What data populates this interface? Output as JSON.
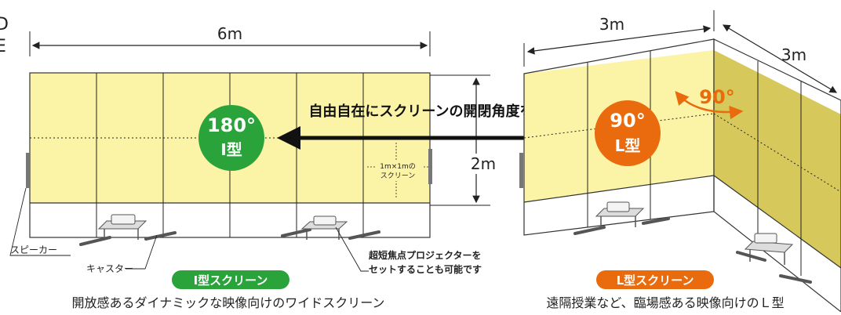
{
  "edge_fragment": "D\nE",
  "left_screen": {
    "width_label": "6m",
    "height_label": "2m",
    "cell_label_line1": "1m×1mの",
    "cell_label_line2": "スクリーン",
    "badge_angle": "180°",
    "badge_type": "I型",
    "speaker_callout": "スピーカー",
    "caster_callout": "キャスター",
    "projector_callout_line1": "超短焦点プロジェクターを",
    "projector_callout_line2": "セットすることも可能です",
    "pill_label": "I型スクリーン",
    "description": "開放感あるダイナミックな映像向けのワイドスクリーン"
  },
  "center_arrow_label": "自由自在にスクリーンの開閉角度を調整",
  "right_screen": {
    "width_label_front": "3m",
    "width_label_side": "3m",
    "angle_label": "90°",
    "badge_angle": "90°",
    "badge_type": "L型",
    "pill_label": "L型スクリーン",
    "description": "遠隔授業など、臨場感ある映像向けのＬ型"
  },
  "colors": {
    "screen_yellow": "#fbf3a5",
    "screen_side_yellow": "#d6c85a",
    "green": "#2aa33b",
    "orange": "#e96b0d"
  }
}
